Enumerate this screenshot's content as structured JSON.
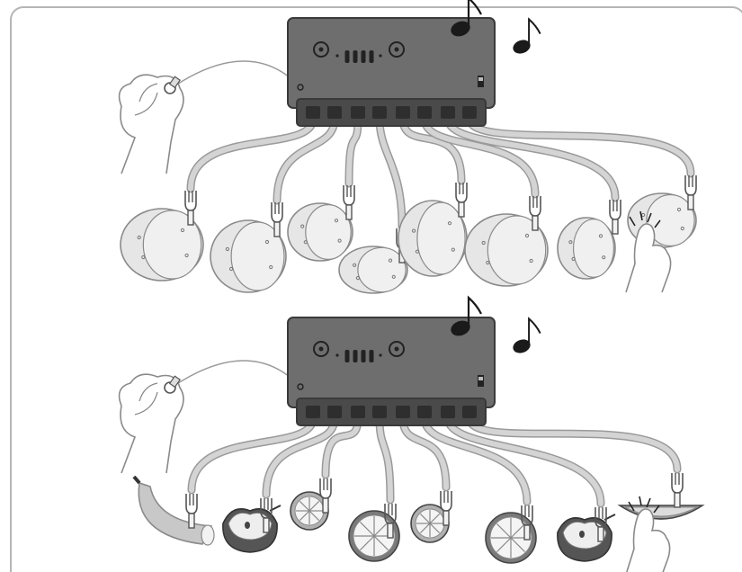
{
  "panels": [
    {
      "id": "top",
      "produce": [
        "potato",
        "potato",
        "potato",
        "potato",
        "potato",
        "potato",
        "potato",
        "potato"
      ],
      "music": true,
      "touched_index": 7
    },
    {
      "id": "bottom",
      "produce": [
        "banana",
        "apple",
        "lemon",
        "orange",
        "lemon",
        "orange",
        "apple",
        "melon-slice"
      ],
      "music": true,
      "touched_index": 7
    }
  ],
  "colors": {
    "box": "#6e6e6e",
    "box_dark": "#4a4a4a",
    "box_edge": "#3a3a3a",
    "wire": "#d4d4d4",
    "wire_edge": "#9a9a9a",
    "potato": "#e6e6e6",
    "produce_edge": "#8a8a8a",
    "dark_produce": "#555555",
    "note": "#1a1a1a",
    "frame": "#b5b5b5"
  }
}
